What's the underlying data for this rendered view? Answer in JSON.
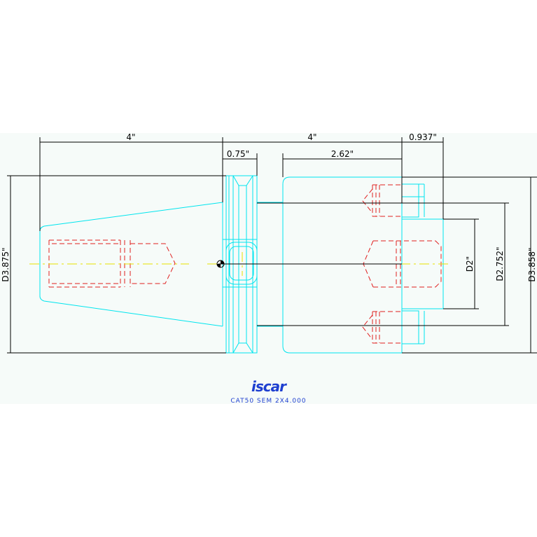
{
  "colors": {
    "outline": "#00e5ee",
    "hidden": "#e02020",
    "dimension": "#000000",
    "centerline": "#e8e000",
    "caption": "#1e3fd0",
    "sheet": "#f6fbf9"
  },
  "dimensions": {
    "shank_length": "4\"",
    "body_length": "4\"",
    "face_length": "0.937\"",
    "flange_width": "0.75\"",
    "bore_depth": "2.62\"",
    "flange_dia": "D3.875\"",
    "body_dia": "D3.858\"",
    "bolt_circle_dia": "D2.752\"",
    "pilot_dia": "D2\""
  },
  "logo": {
    "text": "iscar",
    "icon": "iscar-logo-icon"
  },
  "caption": "CAT50  SEM  2X4.000"
}
